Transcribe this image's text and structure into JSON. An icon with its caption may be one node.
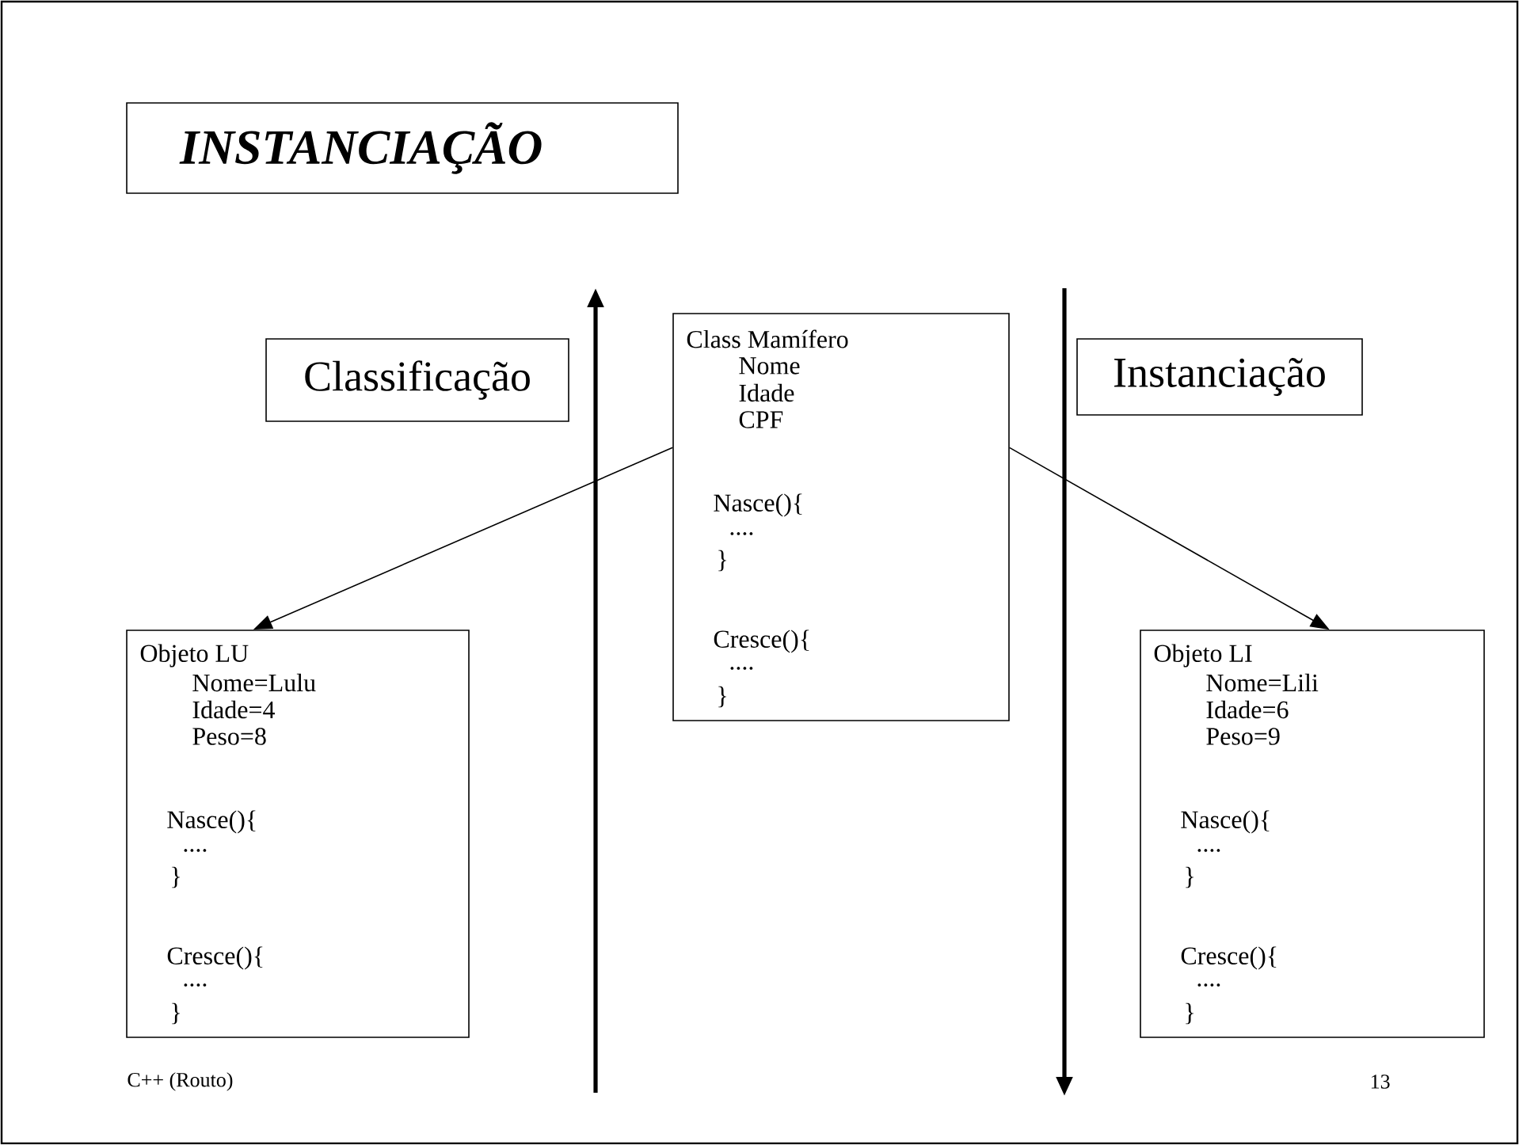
{
  "diagram": {
    "nodes": [
      {
        "text": [
          "INSTANCIAÇÃO"
        ]
      },
      {
        "text": [
          "Classificação"
        ]
      },
      {
        "text": [
          "Class Mamífero",
          "Nome",
          "Idade",
          "CPF",
          "Nasce(){",
          "....",
          "}",
          "Cresce(){",
          "....",
          "}"
        ]
      },
      {
        "text": [
          "Instanciação"
        ]
      },
      {
        "text": [
          "Objeto LU",
          "Nome=Lulu",
          "Idade=4",
          "Peso=8",
          "Nasce(){",
          "....",
          "}",
          "Cresce(){",
          "....",
          "}"
        ]
      },
      {
        "text": [
          "Objeto LI",
          "Nome=Lili",
          "Idade=6",
          "Peso=9",
          "Nasce(){",
          "....",
          "}",
          "Cresce(){",
          "....",
          "}"
        ]
      }
    ],
    "edges": [
      {
        "from": 2,
        "to": 4,
        "arrow": "to"
      },
      {
        "from": 2,
        "to": 5,
        "arrow": "to"
      }
    ],
    "labels": [
      "C++  (Routo)",
      "13"
    ]
  }
}
